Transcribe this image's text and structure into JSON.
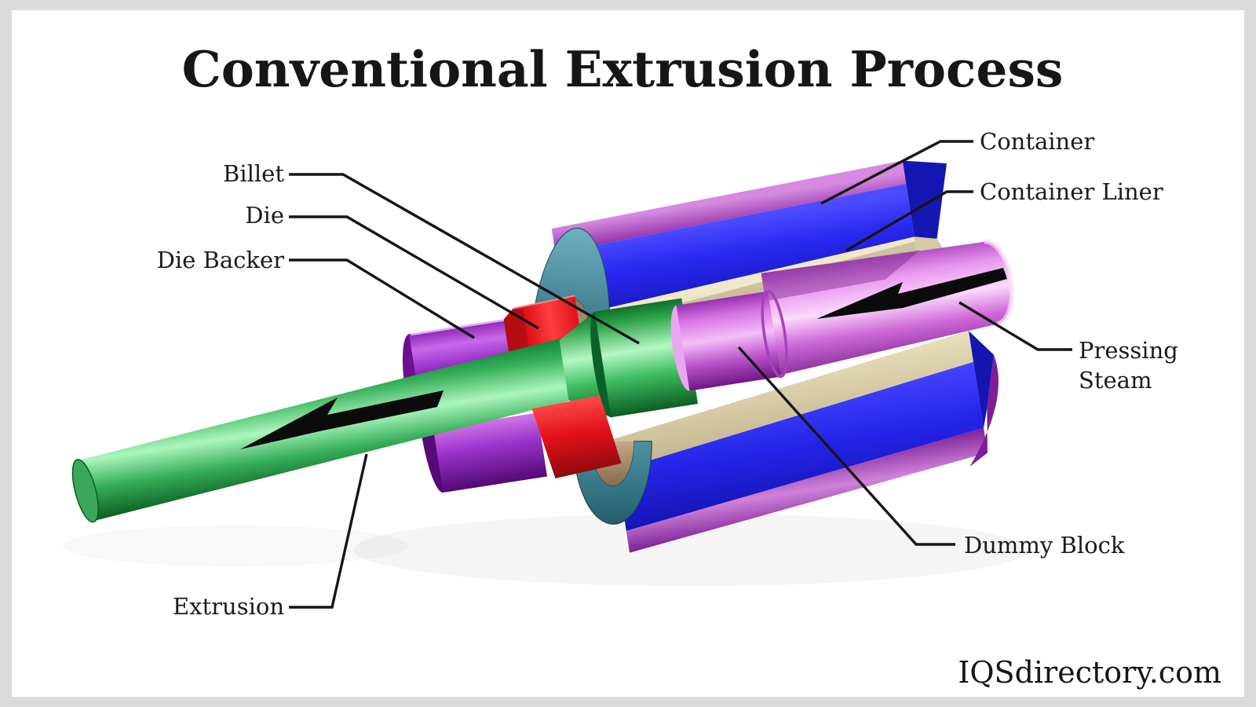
{
  "title": "Conventional Extrusion Process",
  "watermark": "IQSdirectory.com",
  "diagram": {
    "subject": "Cutaway 3D illustration of a conventional extrusion press",
    "labels": {
      "billet": "Billet",
      "die": "Die",
      "die_backer": "Die Backer",
      "extrusion": "Extrusion",
      "container": "Container",
      "container_liner": "Container Liner",
      "pressing_steam_lines": [
        "Pressing",
        "Steam"
      ],
      "dummy_block": "Dummy Block"
    },
    "colors": {
      "background": "#ffffff",
      "frame_gray": "#dbdbdb",
      "text": "#1b1b1b",
      "leader_line": "#161616",
      "arrow_black": "#0b0b0b",
      "extrusion_green": "#36b058",
      "billet_green": "#2fa44c",
      "die_red": "#e2111a",
      "die_backer_purple": "#9c35cc",
      "dummy_block_magenta": "#bb54cc",
      "pressing_stem_pink": "#e896ee",
      "container_blue": "#2828f0",
      "container_outer_purple": "#a43cc0",
      "container_liner_tan": "#e5dab4",
      "container_face_teal": "#4f95a6"
    }
  }
}
